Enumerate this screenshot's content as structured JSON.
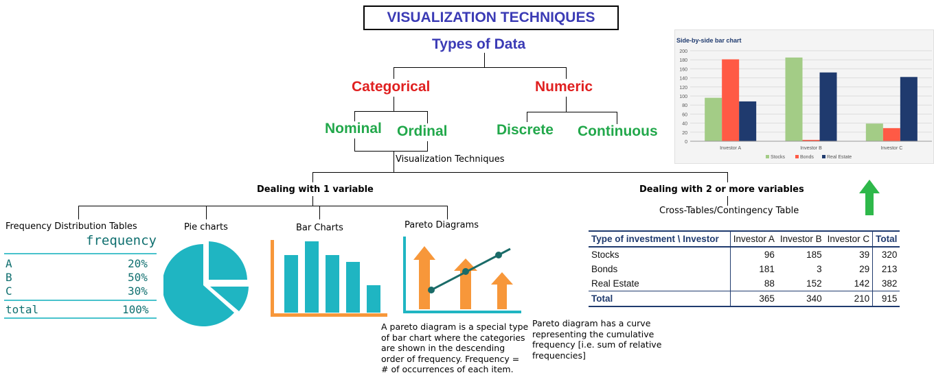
{
  "title": "VISUALIZATION TECHNIQUES",
  "tree": {
    "root": "Types of Data",
    "categorical": "Categorical",
    "numeric": "Numeric",
    "nominal": "Nominal",
    "ordinal": "Ordinal",
    "discrete": "Discrete",
    "continuous": "Continuous",
    "vis_techniques": "Visualization Techniques",
    "one_var": "Dealing with 1 variable",
    "two_var": "Dealing with 2 or more variables"
  },
  "techniques": {
    "freq_tables": "Frequency Distribution Tables",
    "pie": "Pie charts",
    "bar": "Bar Charts",
    "pareto": "Pareto Diagrams",
    "cross_tables": "Cross-Tables/Contingency Table"
  },
  "freq_table": {
    "header": "frequency",
    "rows": [
      {
        "label": "A",
        "value": "20%"
      },
      {
        "label": "B",
        "value": "50%"
      },
      {
        "label": "C",
        "value": "30%"
      }
    ],
    "total_label": "total",
    "total_value": "100%"
  },
  "notes": {
    "pareto_desc": "A pareto diagram is a special type of bar chart where the categories are shown in the descending order of frequency. Frequency = # of occurrences of each item.",
    "pareto_curve": "Pareto diagram has a curve representing the cumulative frequency [i.e. sum of relative frequencies]"
  },
  "contingency": {
    "headers": [
      "Type of investment \\ Investor",
      "Investor A",
      "Investor B",
      "Investor C",
      "Total"
    ],
    "rows": [
      [
        "Stocks",
        "96",
        "185",
        "39",
        "320"
      ],
      [
        "Bonds",
        "181",
        "3",
        "29",
        "213"
      ],
      [
        "Real Estate",
        "88",
        "152",
        "142",
        "382"
      ]
    ],
    "total_row": [
      "Total",
      "365",
      "340",
      "210",
      "915"
    ]
  },
  "colors": {
    "title_blue": "#3b3bb5",
    "categorical_red": "#e02020",
    "leaf_green": "#22a84b",
    "teal": "#1fb5c2",
    "orange": "#f7973a",
    "stocks": "#a3cc86",
    "bonds": "#ff5a45",
    "real_estate": "#1f3a6e",
    "arrow_green": "#2eb84a"
  },
  "chart_data": {
    "type": "bar",
    "title": "Side-by-side bar chart",
    "categories": [
      "Investor A",
      "Investor B",
      "Investor C"
    ],
    "series": [
      {
        "name": "Stocks",
        "values": [
          96,
          185,
          39
        ]
      },
      {
        "name": "Bonds",
        "values": [
          181,
          3,
          29
        ]
      },
      {
        "name": "Real Estate",
        "values": [
          88,
          152,
          142
        ]
      }
    ],
    "yticks": [
      "0",
      "20",
      "40",
      "60",
      "80",
      "100",
      "120",
      "140",
      "160",
      "180",
      "200"
    ],
    "ylim": [
      0,
      200
    ],
    "legend_position": "bottom",
    "grid": true
  }
}
